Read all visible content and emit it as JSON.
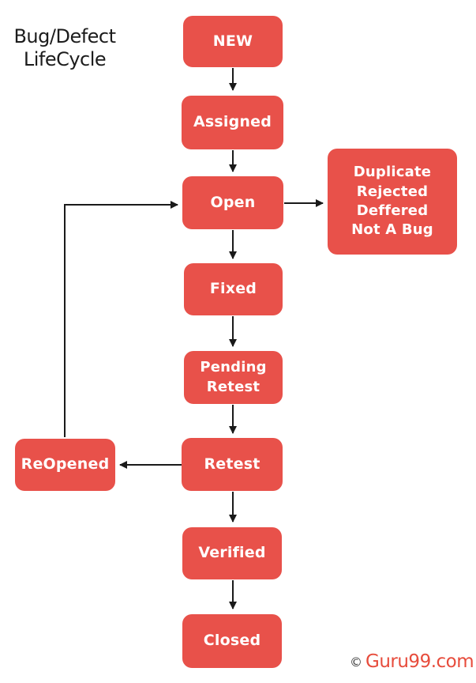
{
  "title": {
    "line1": "Bug/Defect",
    "line2": "LifeCycle"
  },
  "watermark": {
    "copyright": "©",
    "brand": "Guru99.com"
  },
  "colors": {
    "node_fill": "#e8514a",
    "node_text": "#ffffff",
    "arrow": "#1a1a1a",
    "title_text": "#1c1c1c",
    "watermark_brand": "#e74c3c",
    "background": "#ffffff"
  },
  "diagram": {
    "type": "flowchart",
    "subject": "Bug/Defect LifeCycle"
  },
  "nodes": [
    {
      "id": "new",
      "label": "NEW"
    },
    {
      "id": "assigned",
      "label": "Assigned"
    },
    {
      "id": "open",
      "label": "Open"
    },
    {
      "id": "resolution",
      "label": "Duplicate\nRejected\nDeffered\nNot A Bug"
    },
    {
      "id": "fixed",
      "label": "Fixed"
    },
    {
      "id": "pending-retest",
      "label": "Pending\nRetest"
    },
    {
      "id": "retest",
      "label": "Retest"
    },
    {
      "id": "reopened",
      "label": "ReOpened"
    },
    {
      "id": "verified",
      "label": "Verified"
    },
    {
      "id": "closed",
      "label": "Closed"
    }
  ],
  "edges": [
    {
      "from": "new",
      "to": "assigned"
    },
    {
      "from": "assigned",
      "to": "open"
    },
    {
      "from": "open",
      "to": "resolution"
    },
    {
      "from": "open",
      "to": "fixed"
    },
    {
      "from": "fixed",
      "to": "pending-retest"
    },
    {
      "from": "pending-retest",
      "to": "retest"
    },
    {
      "from": "retest",
      "to": "reopened"
    },
    {
      "from": "retest",
      "to": "verified"
    },
    {
      "from": "reopened",
      "to": "open"
    },
    {
      "from": "verified",
      "to": "closed"
    }
  ]
}
